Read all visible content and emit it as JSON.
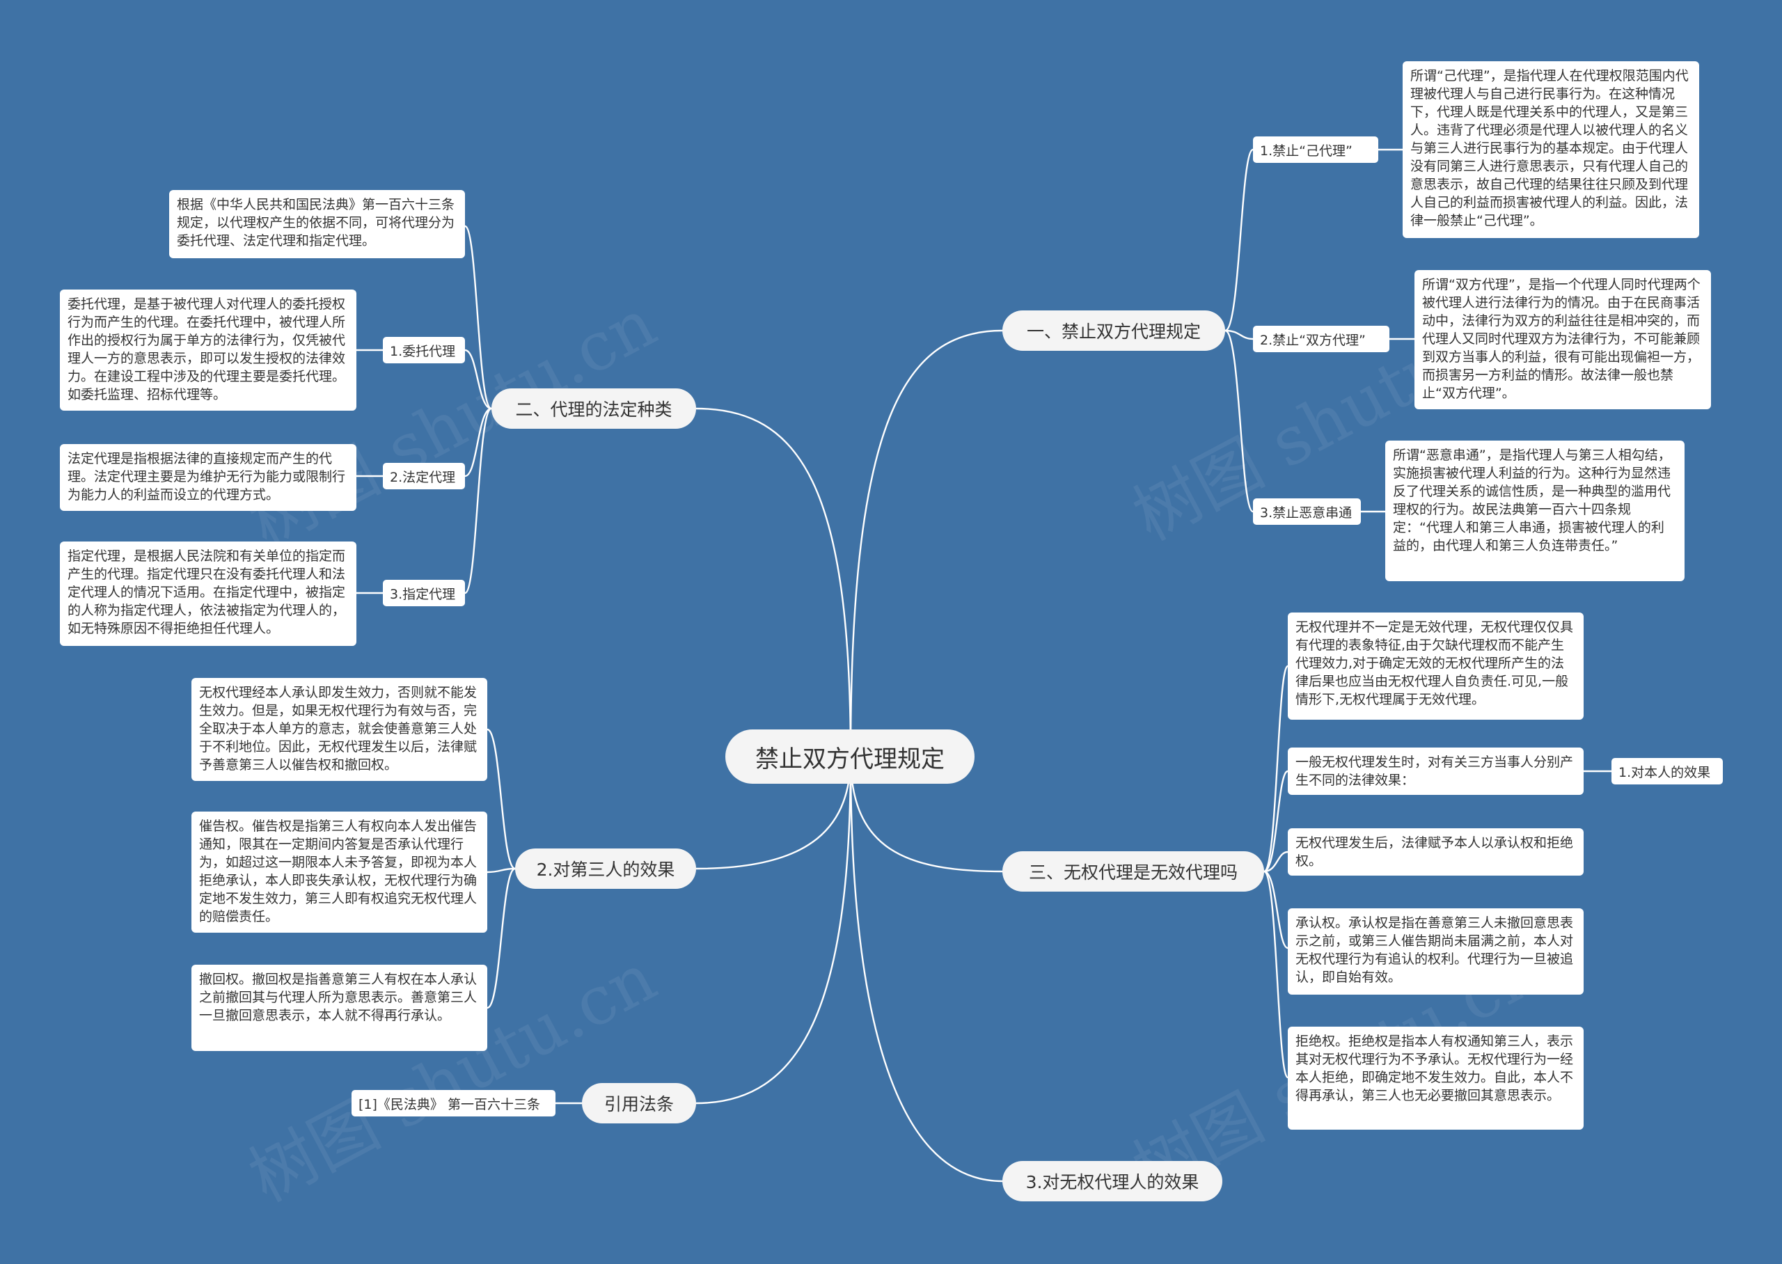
{
  "watermark": "树图 shutu.cn",
  "root": {
    "label": "禁止双方代理规定"
  },
  "right": {
    "b1": {
      "label": "一、禁止双方代理规定",
      "items": [
        {
          "label": "1.禁止“己代理”",
          "note": "所谓“己代理”，是指代理人在代理权限范围内代理被代理人与自己进行民事行为。在这种情况下，代理人既是代理关系中的代理人，又是第三人。违背了代理必须是代理人以被代理人的名义与第三人进行民事行为的基本规定。由于代理人没有同第三人进行意思表示，只有代理人自己的意思表示，故自己代理的结果往往只顾及到代理人自己的利益而损害被代理人的利益。因此，法律一般禁止“己代理”。"
        },
        {
          "label": "2.禁止“双方代理”",
          "note": "所谓“双方代理”，是指一个代理人同时代理两个被代理人进行法律行为的情况。由于在民商事活动中，法律行为双方的利益往往是相冲突的，而代理人又同时代理双方为法律行为，不可能兼顾到双方当事人的利益，很有可能出现偏袒一方，而损害另一方利益的情形。故法律一般也禁止“双方代理”。"
        },
        {
          "label": "3.禁止恶意串通",
          "note": "所谓“恶意串通”，是指代理人与第三人相勾结，实施损害被代理人利益的行为。这种行为显然违反了代理关系的诚信性质，是一种典型的滥用代理权的行为。故民法典第一百六十四条规定：“代理人和第三人串通，损害被代理人的利益的，由代理人和第三人负连带责任。”"
        }
      ]
    },
    "b2": {
      "label": "三、无权代理是无效代理吗",
      "notes": [
        "无权代理并不一定是无效代理，无权代理仅仅具有代理的表象特征,由于欠缺代理权而不能产生代理效力,对于确定无效的无权代理所产生的法律后果也应当由无权代理人自负责任.可见,一般情形下,无权代理属于无效代理。",
        "一般无权代理发生时，对有关三方当事人分别产生不同的法律效果：",
        "无权代理发生后，法律赋予本人以承认权和拒绝权。",
        "承认权。承认权是指在善意第三人未撤回意思表示之前，或第三人催告期尚未届满之前，本人对无权代理行为有追认的权利。代理行为一旦被追认，即自始有效。",
        "拒绝权。拒绝权是指本人有权通知第三人，表示其对无权代理行为不予承认。无权代理行为一经本人拒绝，即确定地不发生效力。自此，本人不得再承认，第三人也无必要撤回其意思表示。"
      ],
      "sub_label": "1.对本人的效果"
    },
    "b3": {
      "label": "3.对无权代理人的效果"
    }
  },
  "left": {
    "b1": {
      "label": "二、代理的法定种类",
      "intro": "根据《中华人民共和国民法典》第一百六十三条规定，以代理权产生的依据不同，可将代理分为委托代理、法定代理和指定代理。",
      "items": [
        {
          "label": "1.委托代理",
          "note": "委托代理，是基于被代理人对代理人的委托授权行为而产生的代理。在委托代理中，被代理人所作出的授权行为属于单方的法律行为，仅凭被代理人一方的意思表示，即可以发生授权的法律效力。在建设工程中涉及的代理主要是委托代理。如委托监理、招标代理等。"
        },
        {
          "label": "2.法定代理",
          "note": "法定代理是指根据法律的直接规定而产生的代理。法定代理主要是为维护无行为能力或限制行为能力人的利益而设立的代理方式。"
        },
        {
          "label": "3.指定代理",
          "note": "指定代理，是根据人民法院和有关单位的指定而产生的代理。指定代理只在没有委托代理人和法定代理人的情况下适用。在指定代理中，被指定的人称为指定代理人，依法被指定为代理人的，如无特殊原因不得拒绝担任代理人。"
        }
      ]
    },
    "b2": {
      "label": "2.对第三人的效果",
      "notes": [
        "无权代理经本人承认即发生效力，否则就不能发生效力。但是，如果无权代理行为有效与否，完全取决于本人单方的意志，就会使善意第三人处于不利地位。因此，无权代理发生以后，法律赋予善意第三人以催告权和撤回权。",
        "催告权。催告权是指第三人有权向本人发出催告通知，限其在一定期间内答复是否承认代理行为，如超过这一期限本人未予答复，即视为本人拒绝承认，本人即丧失承认权，无权代理行为确定地不发生效力，第三人即有权追究无权代理人的赔偿责任。",
        "撤回权。撤回权是指善意第三人有权在本人承认之前撤回其与代理人所为意思表示。善意第三人一旦撤回意思表示，本人就不得再行承认。"
      ]
    },
    "b3": {
      "label": "引用法条",
      "items": [
        "[1]《民法典》 第一百六十三条"
      ]
    }
  }
}
